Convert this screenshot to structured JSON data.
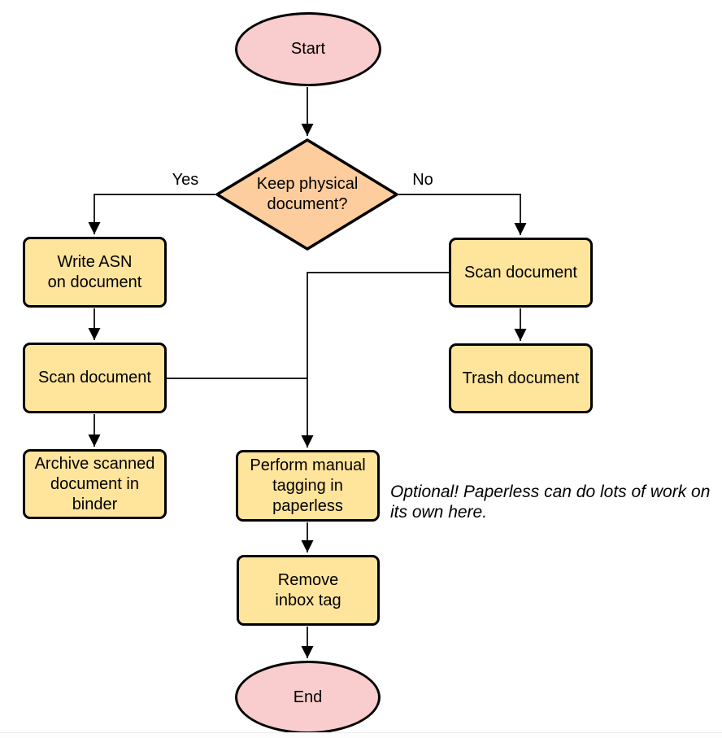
{
  "diagram": {
    "type": "flowchart",
    "nodes": {
      "start": {
        "label": "Start",
        "shape": "terminal"
      },
      "decision": {
        "label": "Keep physical\ndocument?",
        "shape": "decision"
      },
      "write_asn": {
        "label": "Write ASN\non document",
        "shape": "process"
      },
      "scan_left": {
        "label": "Scan document",
        "shape": "process"
      },
      "archive": {
        "label": "Archive scanned\ndocument in\nbinder",
        "shape": "process"
      },
      "scan_right": {
        "label": "Scan document",
        "shape": "process"
      },
      "trash": {
        "label": "Trash document",
        "shape": "process"
      },
      "tagging": {
        "label": "Perform manual\ntagging in\npaperless",
        "shape": "process"
      },
      "remove_inbox": {
        "label": "Remove\ninbox tag",
        "shape": "process"
      },
      "end": {
        "label": "End",
        "shape": "terminal"
      }
    },
    "edge_labels": {
      "yes": "Yes",
      "no": "No"
    },
    "edges": [
      {
        "from": "start",
        "to": "decision"
      },
      {
        "from": "decision",
        "to": "write_asn",
        "label": "Yes"
      },
      {
        "from": "decision",
        "to": "scan_right",
        "label": "No"
      },
      {
        "from": "write_asn",
        "to": "scan_left"
      },
      {
        "from": "scan_left",
        "to": "archive"
      },
      {
        "from": "scan_right",
        "to": "trash"
      },
      {
        "from": "scan_left",
        "to": "tagging"
      },
      {
        "from": "scan_right",
        "to": "tagging"
      },
      {
        "from": "tagging",
        "to": "remove_inbox"
      },
      {
        "from": "remove_inbox",
        "to": "end"
      }
    ],
    "note": "Optional! Paperless can do lots of work on\nits own here.",
    "colors": {
      "terminal_fill": "#f9cccd",
      "decision_fill": "#fecd9e",
      "process_fill": "#ffe49c",
      "stroke": "#000000",
      "note_text": "#000000"
    }
  }
}
